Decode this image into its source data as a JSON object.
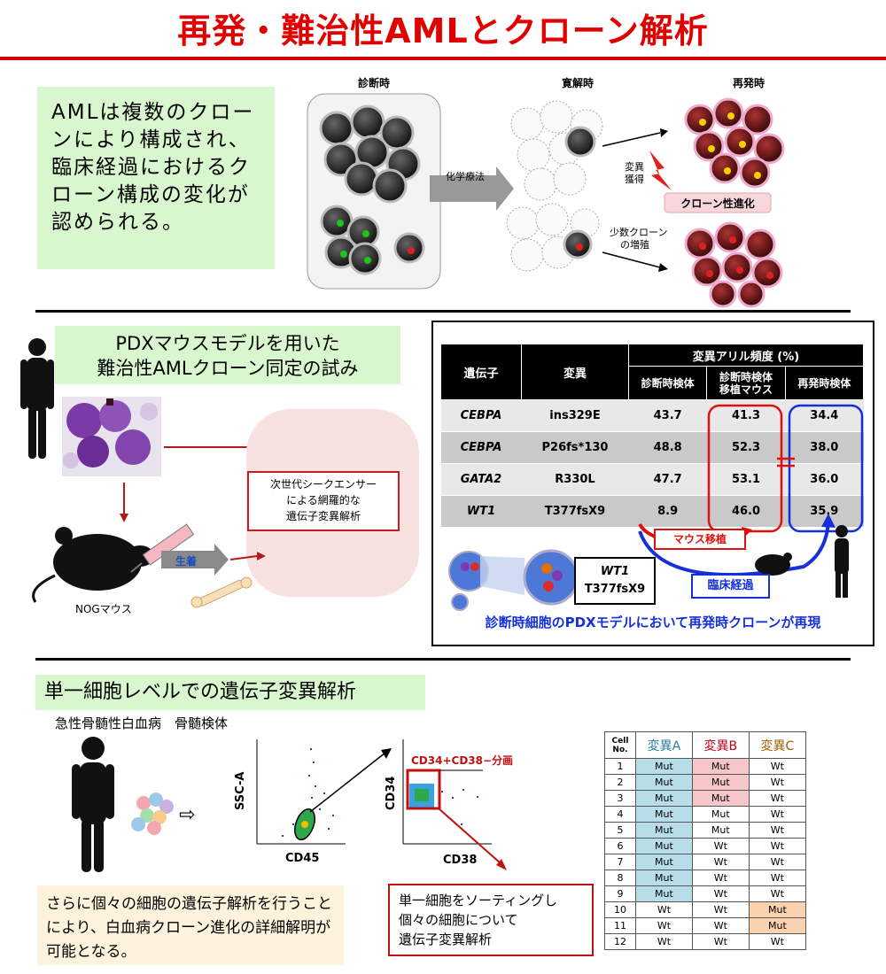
{
  "title": "再発・難治性AMLとクローン解析",
  "intro_text": "AMLは複数のクローンにより構成され、臨床経過におけるクローン構成の変化が認められる。",
  "clone_diagram": {
    "stage_diagnosis": "診断時",
    "stage_remission": "寛解時",
    "stage_relapse": "再発時",
    "chemo_label": "化学療法",
    "mutation_gain": "変異\n獲得",
    "clone_evolution": "クローン性進化",
    "minor_clone_expansion": "少数クローン\nの増殖"
  },
  "pdx": {
    "title_line1": "PDXマウスモデルを用いた",
    "title_line2": "難治性AMLクローン同定の試み",
    "ngs_box": "次世代シークエンサー\nによる網羅的な\n遺伝子変異解析",
    "engraft_label": "生着",
    "nog_label": "NOGマウス"
  },
  "vaf_table": {
    "header_gene": "遺伝子",
    "header_mutation": "変異",
    "header_vaf": "変異アリル頻度 (%)",
    "header_dx": "診断時検体",
    "header_mouse": "診断時検体\n移植マウス",
    "header_relapse": "再発時検体",
    "rows": [
      {
        "gene": "CEBPA",
        "mutation": "ins329E",
        "dx": "43.7",
        "mouse": "41.3",
        "relapse": "34.4"
      },
      {
        "gene": "CEBPA",
        "mutation": "P26fs*130",
        "dx": "48.8",
        "mouse": "52.3",
        "relapse": "38.0"
      },
      {
        "gene": "GATA2",
        "mutation": "R330L",
        "dx": "47.7",
        "mouse": "53.1",
        "relapse": "36.0"
      },
      {
        "gene": "WT1",
        "mutation": "T377fsX9",
        "dx": "8.9",
        "mouse": "46.0",
        "relapse": "35.9"
      }
    ],
    "mouse_transplant": "マウス移植",
    "clinical_course": "臨床経過",
    "wt1_gene": "WT1",
    "wt1_mut": "T377fsX9",
    "conclusion": "診断時細胞のPDXモデルにおいて再発時クローンが再現"
  },
  "single_cell": {
    "title": "単一細胞レベルでの遺伝子変異解析",
    "sample_label": "急性骨髄性白血病　骨髄検体",
    "ssc_label": "SSC-A",
    "cd45_label": "CD45",
    "cd34_label": "CD34",
    "cd38_label": "CD38",
    "gate_label": "CD34+CD38−分画",
    "sorting_box": "単一細胞をソーティングし\n個々の細胞について\n遺伝子変異解析",
    "bottom_text": "さらに個々の細胞の遺伝子解析を行うことにより、白血病クローン進化の詳細解明が可能となる。"
  },
  "cell_table": {
    "header_cell": "Cell\nNo.",
    "header_a": "変異A",
    "header_b": "変異B",
    "header_c": "変異C",
    "color_a": "#2a7fa0",
    "color_b": "#c0001e",
    "color_c": "#a65a00",
    "rows": [
      {
        "no": "1",
        "a": "Mut",
        "b": "Mut",
        "c": "Wt"
      },
      {
        "no": "2",
        "a": "Mut",
        "b": "Mut",
        "c": "Wt"
      },
      {
        "no": "3",
        "a": "Mut",
        "b": "Mut",
        "c": "Wt"
      },
      {
        "no": "4",
        "a": "Mut",
        "b": "Mut",
        "c": "Wt"
      },
      {
        "no": "5",
        "a": "Mut",
        "b": "Mut",
        "c": "Wt"
      },
      {
        "no": "6",
        "a": "Mut",
        "b": "Wt",
        "c": "Wt"
      },
      {
        "no": "7",
        "a": "Mut",
        "b": "Wt",
        "c": "Wt"
      },
      {
        "no": "8",
        "a": "Mut",
        "b": "Wt",
        "c": "Wt"
      },
      {
        "no": "9",
        "a": "Mut",
        "b": "Wt",
        "c": "Wt"
      },
      {
        "no": "10",
        "a": "Wt",
        "b": "Wt",
        "c": "Mut"
      },
      {
        "no": "11",
        "a": "Wt",
        "b": "Wt",
        "c": "Mut"
      },
      {
        "no": "12",
        "a": "Wt",
        "b": "Wt",
        "c": "Wt"
      }
    ]
  }
}
